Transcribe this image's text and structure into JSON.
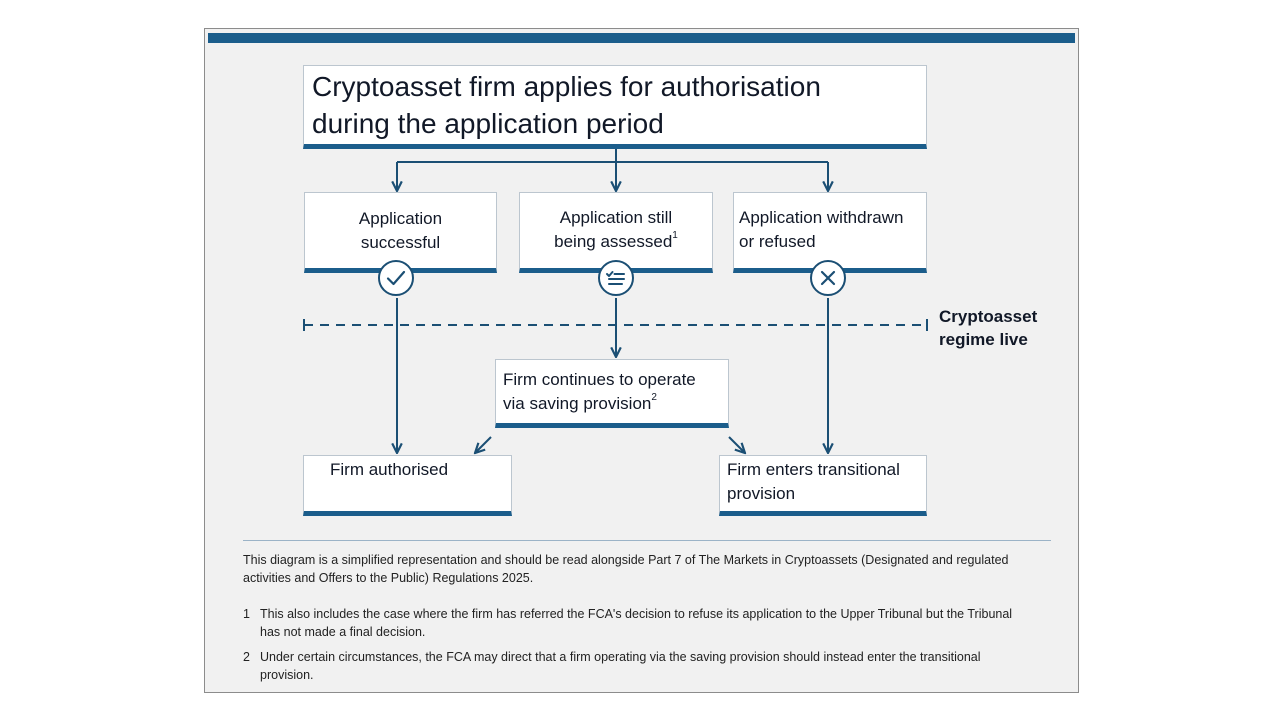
{
  "diagram": {
    "top_box": {
      "line1": "Cryptoasset firm applies for authorisation",
      "line2": "during the application period"
    },
    "outcomes": {
      "successful": {
        "line1": "Application",
        "line2": "successful",
        "icon": "check-circle-icon"
      },
      "assessed": {
        "line1": "Application still",
        "line2": "being assessed",
        "sup": "1",
        "icon": "checklist-circle-icon"
      },
      "refused": {
        "line1": "Application withdrawn",
        "line2": "or refused",
        "icon": "cross-circle-icon"
      }
    },
    "regime_label": {
      "line1": "Cryptoasset",
      "line2": "regime live"
    },
    "saving_box": {
      "line1": "Firm continues to operate",
      "line2": "via saving provision",
      "sup": "2"
    },
    "authorised_box": {
      "line1": "Firm authorised"
    },
    "transitional_box": {
      "line1": "Firm enters transitional",
      "line2": "provision"
    },
    "colors": {
      "accent": "#1b5d8b",
      "line": "#1b4f74",
      "background": "#f1f1f1"
    }
  },
  "notes": {
    "disclaimer": "This diagram is a simplified representation and should be read alongside Part 7 of The Markets in Cryptoassets (Designated and regulated activities and Offers to the Public) Regulations 2025.",
    "footnotes": [
      {
        "number": "1",
        "text": "This also includes the case where the firm has referred the FCA's decision to refuse its application to the Upper Tribunal but the Tribunal has not made a final decision."
      },
      {
        "number": "2",
        "text": "Under certain circumstances, the FCA may direct that a firm operating via the saving provision should instead enter the transitional provision."
      }
    ]
  }
}
